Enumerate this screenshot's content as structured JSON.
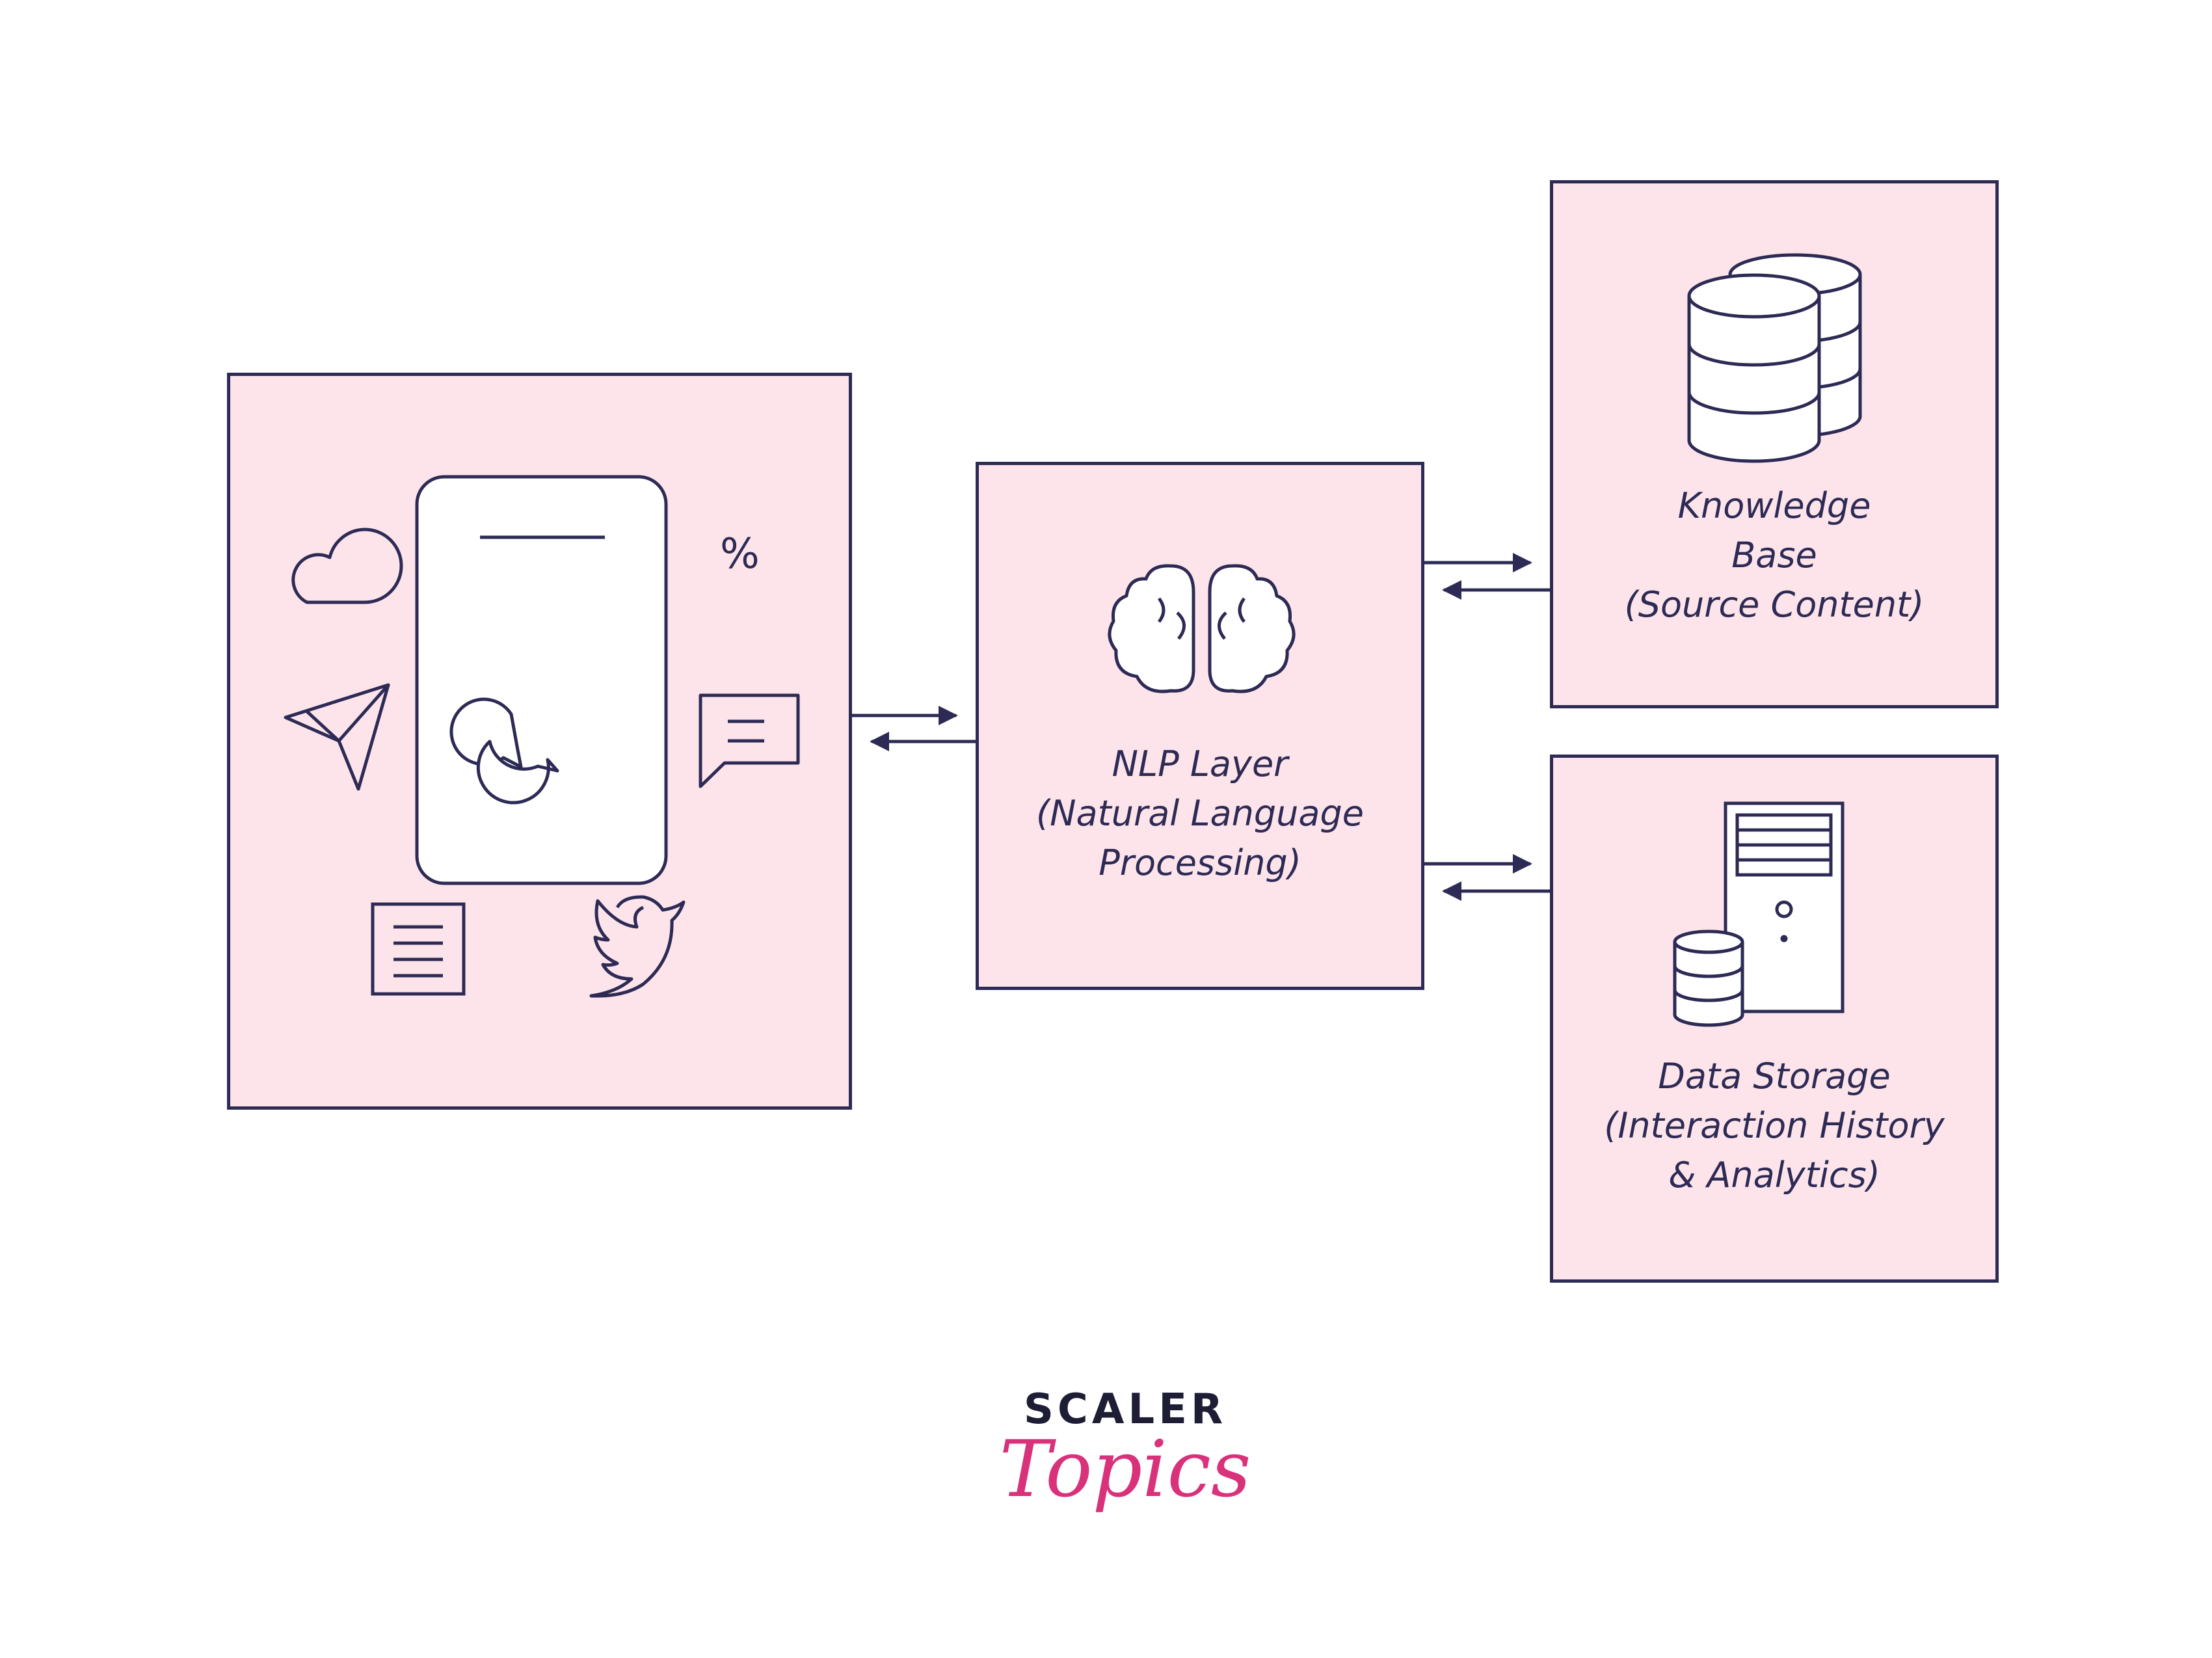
{
  "colors": {
    "stroke": "#2d2b55",
    "box_fill": "#fde4ea",
    "logo_dark": "#1d1d35",
    "logo_pink": "#d9317a"
  },
  "channels": {
    "percent_symbol": "%",
    "icons": [
      "cloud-icon",
      "send-icon",
      "phone-icon",
      "chat-bubbles-icon",
      "percent-icon",
      "message-icon",
      "document-icon",
      "twitter-bird-icon"
    ]
  },
  "nlp": {
    "line1": "NLP Layer",
    "line2": "(Natural Language",
    "line3": "Processing)",
    "icon": "brain-icon"
  },
  "knowledge": {
    "line1": "Knowledge",
    "line2": "Base",
    "line3": "(Source Content)",
    "icon": "database-icon"
  },
  "storage": {
    "line1": "Data Storage",
    "line2": "(Interaction History",
    "line3": "& Analytics)",
    "icon": "server-icon"
  },
  "logo": {
    "top": "SCALER",
    "bottom": "Topics"
  }
}
